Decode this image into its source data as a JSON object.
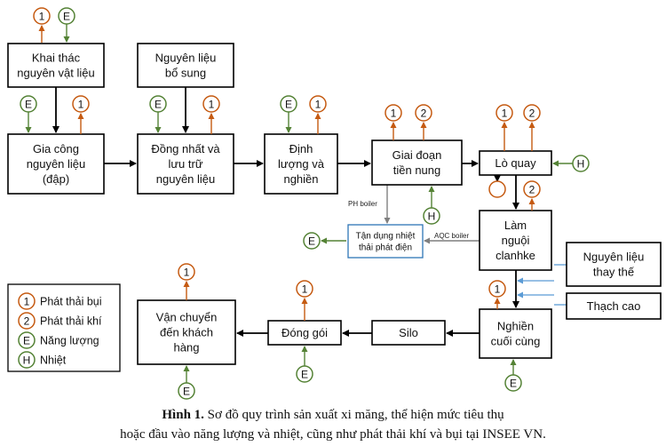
{
  "boxes": {
    "extract": [
      "Khai thác",
      "nguyên vật liệu"
    ],
    "supplement": [
      "Nguyên liệu",
      "bổ sung"
    ],
    "process": [
      "Gia công",
      "nguyên liệu",
      "(đập)"
    ],
    "homogenize": [
      "Đồng nhất và",
      "lưu trữ",
      "nguyên liệu"
    ],
    "dose": [
      "Định",
      "lượng và",
      "nghiền"
    ],
    "precalc": [
      "Giai đoạn",
      "tiền nung"
    ],
    "kiln": [
      "Lò quay"
    ],
    "cooling": [
      "Làm",
      "nguội",
      "clanhke"
    ],
    "heat_recovery": [
      "Tận dụng nhiệt",
      "thải phát điện"
    ],
    "alt_material": [
      "Nguyên liệu",
      "thay thế"
    ],
    "gypsum": [
      "Thạch cao"
    ],
    "finish_grind": [
      "Nghiền",
      "cuối cùng"
    ],
    "silo": [
      "Silo"
    ],
    "packing": [
      "Đóng gói"
    ],
    "transport": [
      "Vận chuyển",
      "đến khách",
      "hàng"
    ]
  },
  "labels": {
    "ph_boiler": "PH boiler",
    "aqc_boiler": "AQC boiler"
  },
  "legend": [
    {
      "symbol": "1",
      "text": "Phát thải bụi",
      "color": "#c55a11"
    },
    {
      "symbol": "2",
      "text": "Phát thải khí",
      "color": "#c55a11"
    },
    {
      "symbol": "E",
      "text": "Năng lượng",
      "color": "#548235"
    },
    {
      "symbol": "H",
      "text": "Nhiệt",
      "color": "#548235"
    }
  ],
  "caption": {
    "prefix": "Hình 1.",
    "line1": "Sơ đồ quy trình sản xuất xi măng, thể hiện mức tiêu thụ",
    "line2": "hoặc đầu vào năng lượng và nhiệt, cũng như phát thải khí và bụi tại INSEE VN."
  },
  "colors": {
    "emission": "#c55a11",
    "energy": "#548235",
    "flow": "#000000",
    "heat_box": "#2e75b6",
    "heat_arrow": "#7f7f7f"
  }
}
